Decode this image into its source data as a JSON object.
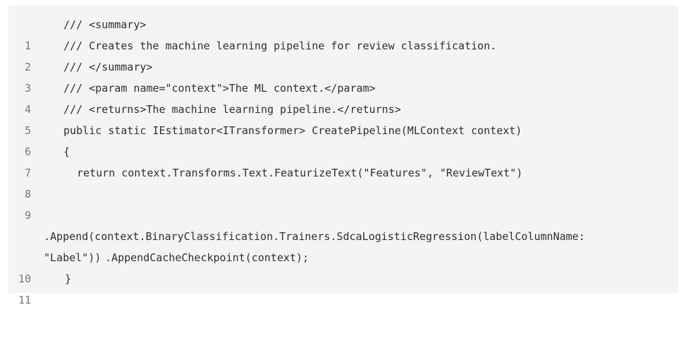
{
  "code": {
    "lines": [
      {
        "num": "1",
        "text": "/// <summary>"
      },
      {
        "num": "2",
        "text": "/// Creates the machine learning pipeline for review classification."
      },
      {
        "num": "3",
        "text": "/// </summary>"
      },
      {
        "num": "4",
        "text": "/// <param name=\"context\">The ML context.</param>"
      },
      {
        "num": "5",
        "text": "/// <returns>The machine learning pipeline.</returns>"
      },
      {
        "num": "6",
        "text": "public static IEstimator<ITransformer> CreatePipeline(MLContext context)"
      },
      {
        "num": "7",
        "text": "{"
      },
      {
        "num": "8",
        "text": "return context.Transforms.Text.FeaturizeText(\"Features\", \"ReviewText\")"
      },
      {
        "num": "9",
        "text": ""
      },
      {
        "num": "",
        "text": ".Append(context.BinaryClassification.Trainers.SdcaLogisticRegression(labelColumnName:"
      },
      {
        "num": "",
        "text": "\"Label\"))"
      },
      {
        "num": "10",
        "text": ".AppendCacheCheckpoint(context);"
      },
      {
        "num": "11",
        "text": "}"
      }
    ]
  }
}
